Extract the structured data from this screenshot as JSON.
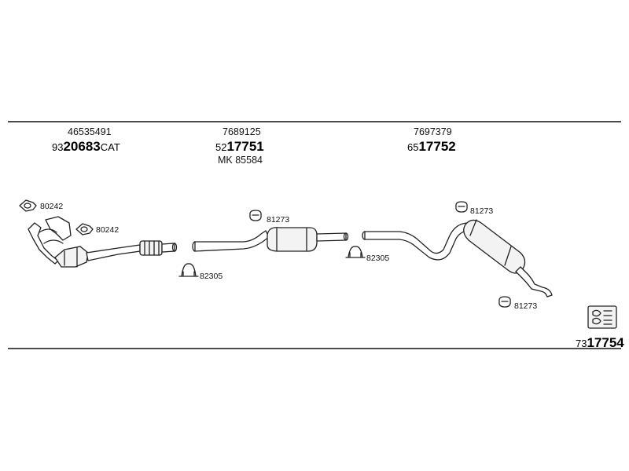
{
  "groups": [
    {
      "oe_number": "46535491",
      "part_prefix": "93",
      "part_main": "20683",
      "part_suffix": "CAT",
      "extra": ""
    },
    {
      "oe_number": "7689125",
      "part_prefix": "52",
      "part_main": "17751",
      "part_suffix": "",
      "extra": "MK 85584"
    },
    {
      "oe_number": "7697379",
      "part_prefix": "65",
      "part_main": "17752",
      "part_suffix": "",
      "extra": ""
    }
  ],
  "refs": {
    "gasket_1": "80242",
    "gasket_2": "80242",
    "clamp_1": "82305",
    "clamp_2": "82305",
    "mount_1": "81273",
    "mount_2": "81273",
    "mount_3": "81273"
  },
  "kit": {
    "prefix": "73",
    "main": "17754",
    "icon": "mounting-kit-icon"
  }
}
